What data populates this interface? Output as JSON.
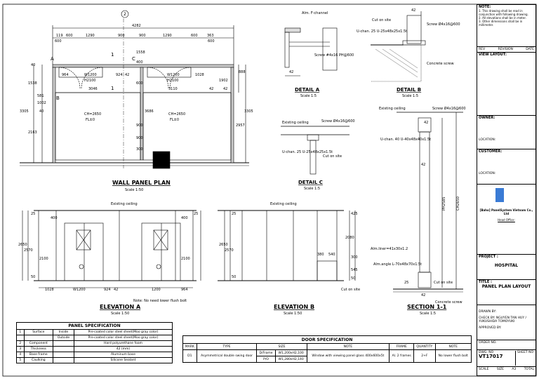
{
  "title_block": {
    "note_heading": "NOTE:",
    "notes": [
      "1. This drawing shall be read in conjunction with following drawing.",
      "2. All elevations shall be in meter.",
      "3. Other dimensions shall be in millimeter."
    ],
    "rev_headers": [
      "REV",
      "REVISION",
      "DATE"
    ],
    "view_layout": "VIEW LAYOUT:",
    "owner": "OWNER:",
    "location1": "LOCATION:",
    "customer": "CUSTOMER:",
    "location2": "LOCATION:",
    "company": "[Baho] PanelSystem Vietnam Co., Ltd",
    "company_addr_head": "Head Office:",
    "project_label": "PROJECT :",
    "project": "HOSPITAL",
    "title_label": "TITLE :",
    "title": "PANEL PLAN LAYOUT",
    "drawn_by": "DRAWN BY:",
    "checked_by": "CHECK BY: NGUYEN TAN HUY / YUKUSHIDA TOMOYUKI",
    "approved_by": "APPROVED BY:",
    "order_no": "ORDER NO.",
    "dwg_no_label": "DWG. NO",
    "sheet_no_label": "SHEET NO",
    "dwg_no": "VT17017",
    "scale_label": "SCALE",
    "size_label": "SIZE",
    "total_label": "TOTAL",
    "size": "A3"
  },
  "views": {
    "plan_title": "WALL PANEL PLAN",
    "plan_scale": "Scale 1:50",
    "elev_a_title": "ELEVATION A",
    "elev_a_scale": "Scale 1:50",
    "elev_b_title": "ELEVATION B",
    "elev_b_scale": "Scale 1:50",
    "section_title": "SECTION 1-1",
    "section_scale": "Scale 1:5",
    "detail_a_title": "DETAIL A",
    "detail_a_scale": "Scale 1:5",
    "detail_b_title": "DETAIL B",
    "detail_b_scale": "Scale 1:5",
    "detail_c_title": "DETAIL C",
    "detail_c_scale": "Scale 1:5"
  },
  "plan_dims": {
    "overall": "4282",
    "top_chain": [
      "119",
      "600",
      "1290",
      "900",
      "900",
      "1290",
      "600",
      "363"
    ],
    "top_sub": [
      "600",
      "600"
    ],
    "room1": [
      "W1200",
      "H2100",
      "964",
      "924",
      "42",
      "3046"
    ],
    "room2": [
      "W1200",
      "H2100",
      "1028",
      "42",
      "3110"
    ],
    "left_dims": [
      "40",
      "1538",
      "581",
      "1002",
      "40",
      "2163",
      "3305"
    ],
    "right_dims": [
      "2957",
      "3305",
      "888",
      "1902",
      "42"
    ],
    "mid_dims": [
      "1558",
      "400",
      "600",
      "900",
      "900",
      "300",
      "3686"
    ],
    "ch1": "CH=2650",
    "fl1": "FL±0",
    "ch2": "CH=2650",
    "fl2": "FL±0",
    "markers": [
      "A",
      "B",
      "C",
      "1",
      "1",
      "2"
    ]
  },
  "elev_dims": {
    "a_bottom": [
      "1028",
      "W1200",
      "924",
      "42",
      "1200",
      "964"
    ],
    "a_left": [
      "2650",
      "2570",
      "25",
      "2100",
      "400",
      "50"
    ],
    "a_right": [
      "400",
      "2100",
      "25"
    ],
    "b_left": [
      "2650",
      "2570",
      "25",
      "50"
    ],
    "b_right": [
      "2080",
      "425",
      "300",
      "545",
      "50"
    ],
    "b_inner": [
      "380",
      "540"
    ]
  },
  "annotations": {
    "existing_ceiling": "Existing ceiling",
    "existing_ceiling_b": "Existing ceiling",
    "note_a": "Note: No need lower flush bolt",
    "alm_fchannel": "Alm. F-channel",
    "screw_a": "Screw #4x16 PH@600",
    "cut_on_site": "Cut on site",
    "screw_b": "Screw Ø4x16@600",
    "u_chan_b": "U-chan. 25 U-25x48x25x1.5t",
    "concrete_screw": "Concrete screw",
    "existing_ceiling_c": "Existing ceiling",
    "screw_c": "Screw Ø4x16@600",
    "u_chan_c": "U-chan. 25 U-25x48x25x1.5t",
    "cut_on_site_c": "Cut on site",
    "existing_ceiling_s": "Existing ceiling",
    "screw_s": "Screw Ø4x16@600",
    "u_chan_s": "U-chan. 40 U-40x48x40x1.5t",
    "alm_liner": "Alm.liner=41x30x1.2",
    "alm_angle": "Alm.angle L-70x48x70x1.5t",
    "cut_on_site_s": "Cut on site",
    "concrete_screw_s": "Concrete screw",
    "sec_dims": [
      "42",
      "PH2585",
      "CH2650",
      "42",
      "25",
      "42"
    ]
  },
  "panel_spec": {
    "title": "PANEL SPECIFICATION",
    "rows": [
      [
        "1",
        "Surface",
        "Inside",
        "Pre-coated color steel sheet(Moo gray color)"
      ],
      [
        "",
        "",
        "Outside",
        "Pre-coated color steel sheet(Moo gray color)"
      ],
      [
        "2",
        "Component",
        "",
        "Hard polyurethane foam"
      ],
      [
        "3",
        "Thickness",
        "",
        "42 (mm)"
      ],
      [
        "4",
        "Base frame",
        "",
        "Aluminum base"
      ],
      [
        "5",
        "Caulking",
        "",
        "Silicone Sealant"
      ]
    ]
  },
  "door_spec": {
    "title": "DOOR SPECIFICATION",
    "headers": [
      "MARK",
      "TYPE",
      "SIZE",
      "NOTE",
      "FRAME",
      "QUANTITY",
      "NOTE"
    ],
    "row1": [
      "D1",
      "Asymmetrical double swing door",
      "D/Frame",
      "W1,200xH2,100",
      "Window with viewing panel glass 400x600x5t",
      "Al. 2 frames",
      "2+F",
      "No lower flush bolt"
    ],
    "row2": [
      "",
      "",
      "P/O",
      "W1,280xH2,140",
      "",
      "",
      "",
      ""
    ]
  }
}
